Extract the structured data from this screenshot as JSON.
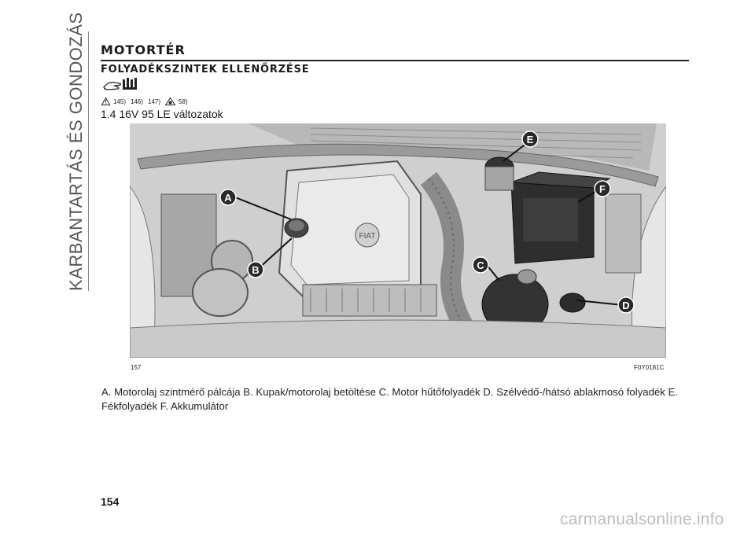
{
  "side_title": "KARBANTARTÁS ÉS GONDOZÁS",
  "section_title": "MOTORTÉR",
  "sub_title": "FOLYADÉKSZINTEK ELLENŐRZÉSE",
  "icons": {
    "hand": "hand-tool-icon",
    "warning": "warning-triangle-icon",
    "environment": "environment-icon"
  },
  "refs": [
    "145)",
    "146)",
    "147)",
    "58)"
  ],
  "variant_heading": "1.4 16V 95 LE változatok",
  "figure": {
    "brand_text": "FIAT",
    "callouts": [
      "A",
      "B",
      "C",
      "D",
      "E",
      "F"
    ],
    "number": "157",
    "code": "F0Y0181C"
  },
  "caption": "A. Motorolaj szintmérő pálcája B. Kupak/motorolaj betöltése C. Motor hűtőfolyadék D. Szélvédő-/hátsó ablakmosó folyadék E. Fékfolyadék F. Akkumulátor",
  "page_number": "154",
  "watermark": "carmanualsonline.info",
  "colors": {
    "callout_fill": "#2a2a2a",
    "callout_text": "#ffffff",
    "figure_bg": "#d6d6d6"
  }
}
